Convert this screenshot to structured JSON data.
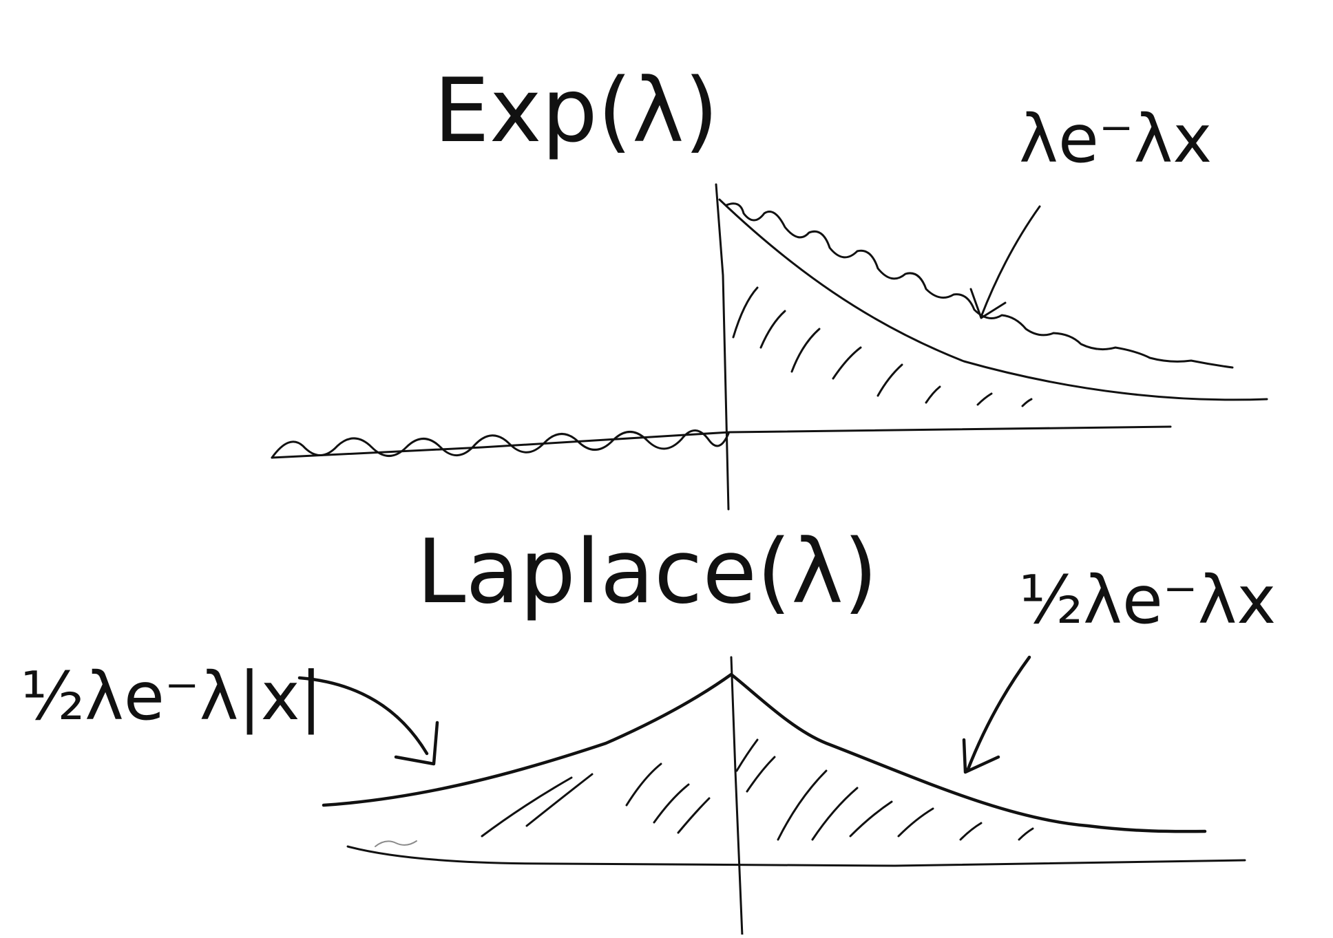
{
  "canvas": {
    "background": "#ffffff",
    "ink_color": "#111111"
  },
  "exp_panel": {
    "title": "Exp(λ)",
    "density_label": "λe⁻λx",
    "shape": "zero density for x < 0, exponential decay for x ≥ 0, area under curve hatched"
  },
  "laplace_panel": {
    "title": "Laplace(λ)",
    "density_label_left": "½λe⁻λ|x|",
    "density_label_right": "½λe⁻λx",
    "shape": "symmetric double-exponential peaked at 0, area under curve hatched"
  }
}
